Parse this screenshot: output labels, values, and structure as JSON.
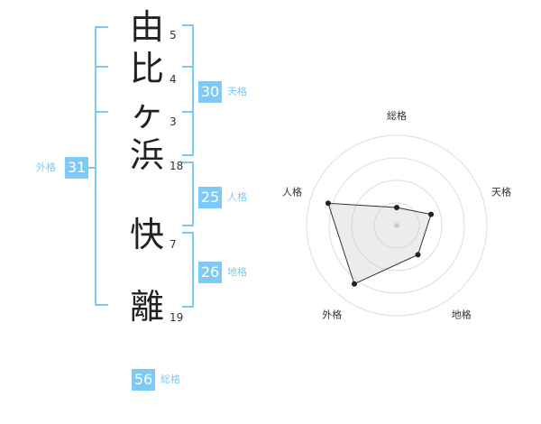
{
  "name": {
    "characters": [
      {
        "char": "由",
        "strokes": "5"
      },
      {
        "char": "比",
        "strokes": "4"
      },
      {
        "char": "ヶ",
        "strokes": "3"
      },
      {
        "char": "浜",
        "strokes": "18"
      },
      {
        "char": "快",
        "strokes": "7"
      },
      {
        "char": "離",
        "strokes": "19"
      }
    ]
  },
  "fortunes": {
    "tenkaku": {
      "value": "30",
      "label": "天格"
    },
    "jinkaku": {
      "value": "25",
      "label": "人格"
    },
    "chikaku": {
      "value": "26",
      "label": "地格"
    },
    "gaikaku": {
      "value": "31",
      "label": "外格"
    },
    "soukaku": {
      "value": "56",
      "label": "総格"
    }
  },
  "colors": {
    "accent": "#7ccaf5",
    "bracket": "#7ccaf5",
    "radar_fill": "#eeeeee",
    "radar_grid": "#dddddd"
  },
  "chart_data": {
    "type": "radar",
    "axes": [
      "総格",
      "天格",
      "地格",
      "外格",
      "人格"
    ],
    "max": 5,
    "values": [
      1,
      2,
      2,
      4,
      4
    ],
    "grid_rings": 4
  }
}
